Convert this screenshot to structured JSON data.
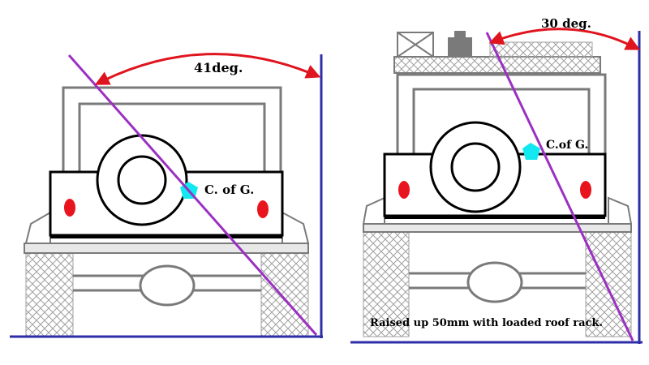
{
  "left_panel": {
    "angle_label": "41deg.",
    "cg_label": "C. of G."
  },
  "right_panel": {
    "angle_label": "30 deg.",
    "cg_label": "C.of G.",
    "caption": "Raised up 50mm with loaded roof rack."
  },
  "colors": {
    "ground": "#2e2ea8",
    "tilt_line": "#9b30c2",
    "angle_arc": "#e0141e",
    "cg_marker": "#12e8f0",
    "tail_light": "#e8141e",
    "outline": "#000000",
    "body_grey": "#7a7a7a",
    "wheel_hatch": "#a0a0a0"
  },
  "icons": [
    "wheel-icon",
    "spare-tyre-icon",
    "cg-pentagon-icon",
    "jerry-can-icon",
    "crate-icon",
    "roof-rack-icon"
  ]
}
